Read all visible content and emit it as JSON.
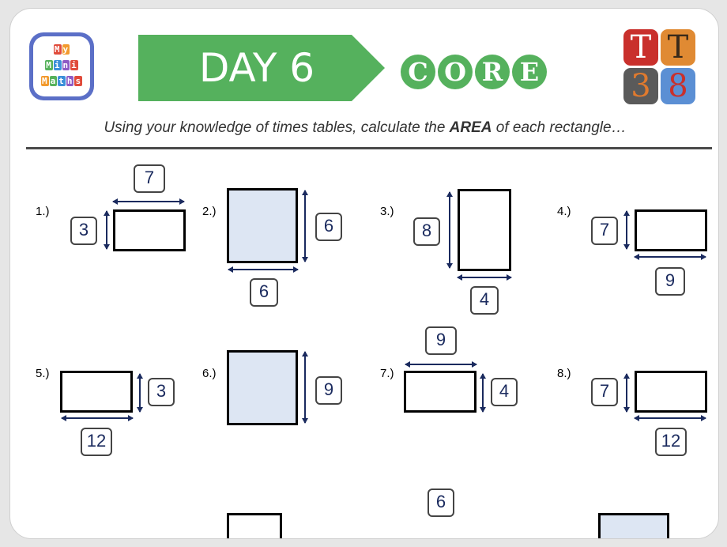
{
  "header": {
    "logo_text": [
      "My",
      "Mini",
      "Maths"
    ],
    "day_label": "DAY 6",
    "level_letters": [
      "C",
      "O",
      "R",
      "E"
    ],
    "tt_tiles": [
      "T",
      "T",
      "3",
      "8"
    ]
  },
  "instruction": {
    "before": "Using your knowledge of times tables, calculate the",
    "emphasis": "AREA",
    "after": "of each rectangle…"
  },
  "colors": {
    "banner": "#55b15d",
    "shaded_fill": "#dde6f3",
    "arrow": "#1a2a5e"
  },
  "questions": [
    {
      "num": "1.)",
      "top": "7",
      "side": "3"
    },
    {
      "num": "2.)",
      "side": "6",
      "bottom": "6"
    },
    {
      "num": "3.)",
      "side": "8",
      "bottom": "4"
    },
    {
      "num": "4.)",
      "side": "7",
      "bottom": "9"
    },
    {
      "num": "5.)",
      "side": "3",
      "bottom": "12"
    },
    {
      "num": "6.)",
      "side": "9"
    },
    {
      "num": "7.)",
      "top": "9",
      "side": "4"
    },
    {
      "num": "8.)",
      "side": "7",
      "bottom": "12"
    },
    {
      "top": "6"
    }
  ]
}
